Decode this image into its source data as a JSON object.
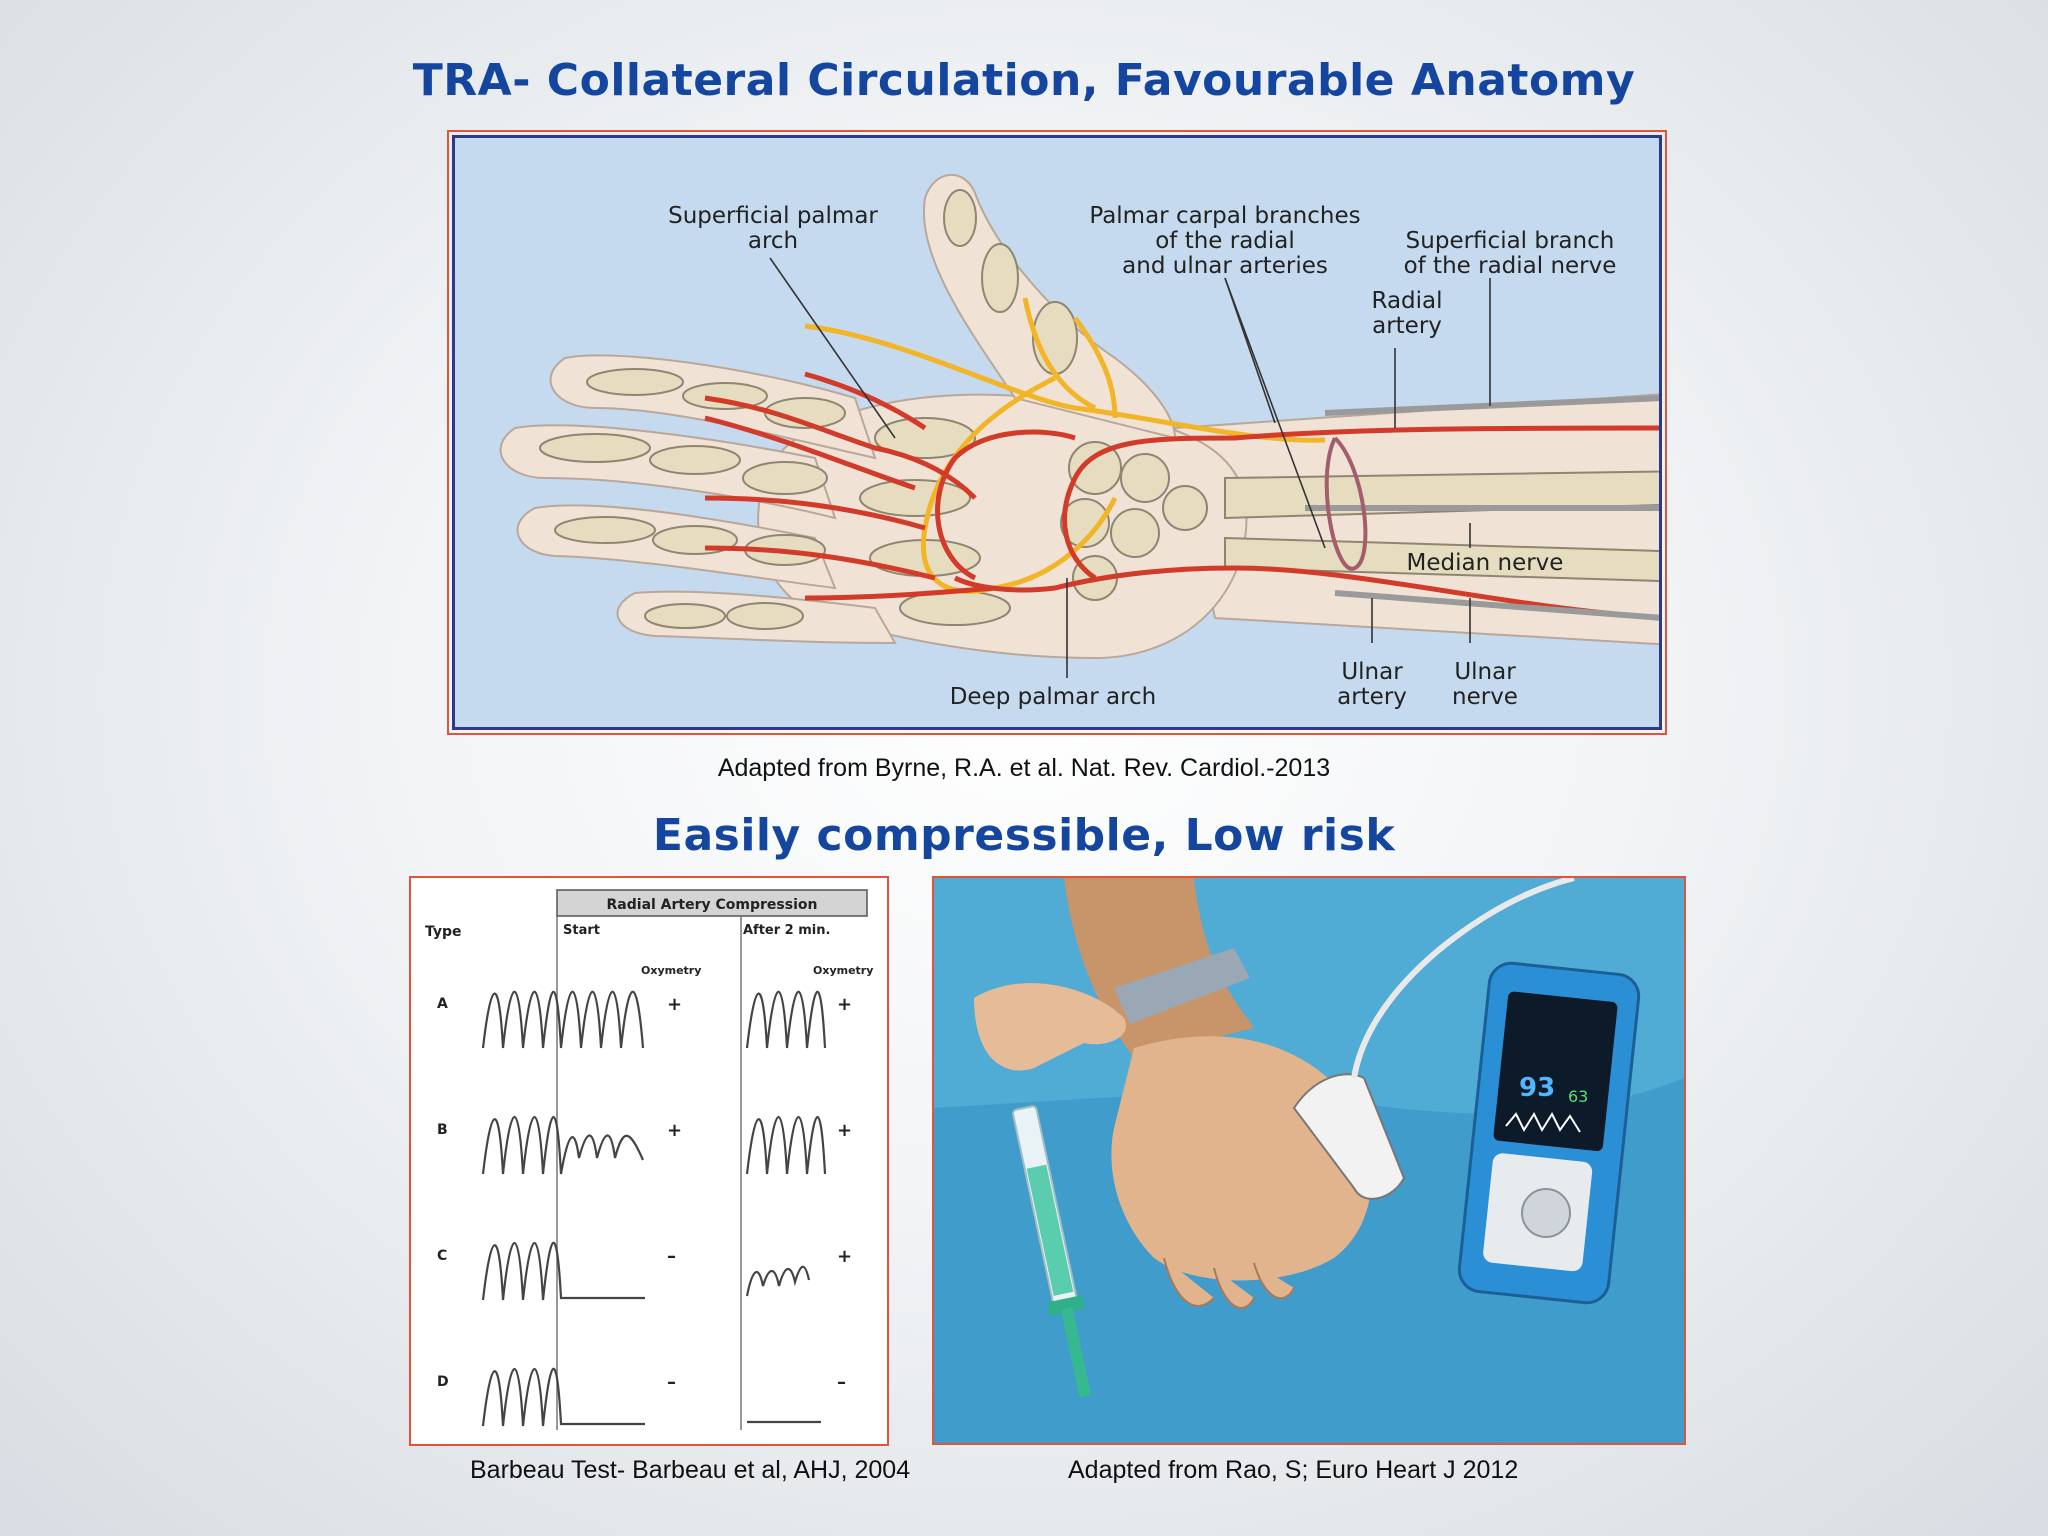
{
  "title_top": "TRA- Collateral Circulation, Favourable Anatomy",
  "title_bottom": "Easily compressible, Low risk",
  "caption_anatomy": "Adapted from Byrne, R.A. et al. Nat. Rev. Cardiol.-2013",
  "caption_barbeau": "Barbeau Test- Barbeau et al, AHJ, 2004",
  "caption_photo": "Adapted from Rao, S;  Euro Heart J 2012",
  "anatomy": {
    "labels": {
      "superficial_arch_1": "Superficial palmar",
      "superficial_arch_2": "arch",
      "carpal_1": "Palmar carpal branches",
      "carpal_2": "of the radial",
      "carpal_3": "and ulnar arteries",
      "sup_branch_1": "Superficial branch",
      "sup_branch_2": "of the radial nerve",
      "radial_artery_1": "Radial",
      "radial_artery_2": "artery",
      "median_nerve": "Median nerve",
      "deep_arch": "Deep palmar arch",
      "ulnar_artery_1": "Ulnar",
      "ulnar_artery_2": "artery",
      "ulnar_nerve_1": "Ulnar",
      "ulnar_nerve_2": "nerve"
    },
    "colors": {
      "artery": "#d23b2a",
      "nerve": "#f2b527",
      "bone": "#e6dcc0",
      "skin": "#f1e2d6"
    }
  },
  "barbeau": {
    "header": "Radial Artery Compression",
    "col_type": "Type",
    "col_start": "Start",
    "col_after": "After 2 min.",
    "oxymetry": "Oxymetry",
    "rows": [
      {
        "type": "A",
        "start_sign": "+",
        "after_sign": "+"
      },
      {
        "type": "B",
        "start_sign": "+",
        "after_sign": "+"
      },
      {
        "type": "C",
        "start_sign": "–",
        "after_sign": "+"
      },
      {
        "type": "D",
        "start_sign": "–",
        "after_sign": "–"
      }
    ]
  },
  "photo": {
    "oximeter_reading": "93",
    "oximeter_pulse": "63"
  }
}
